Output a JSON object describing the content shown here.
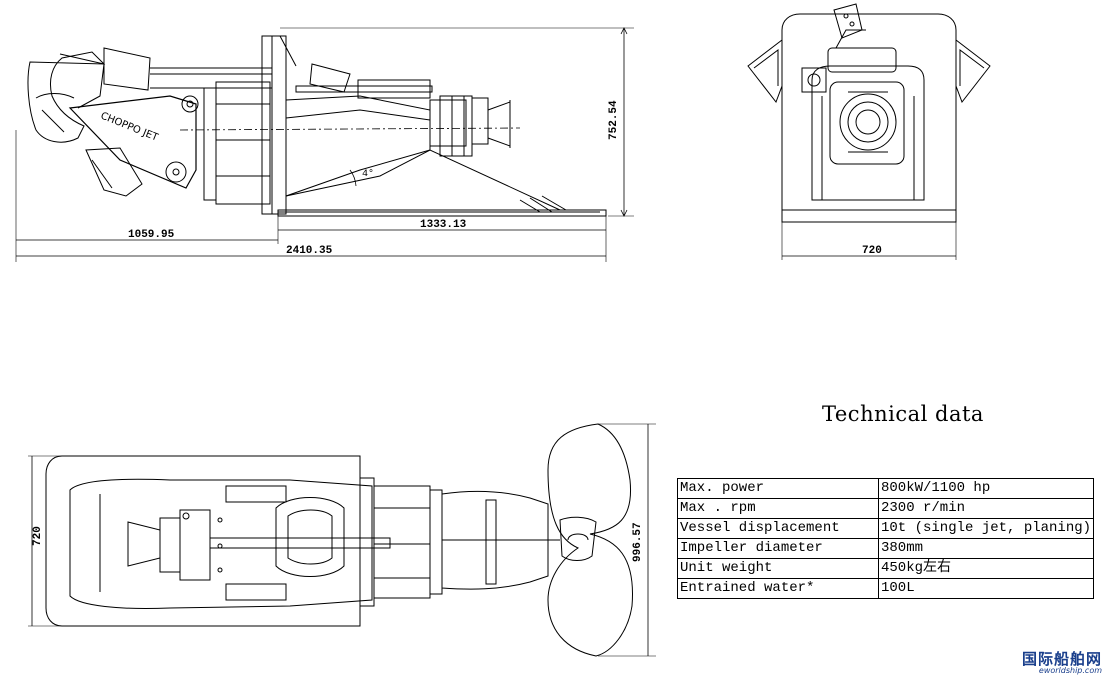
{
  "side_view": {
    "dimensions": {
      "total_length": "2410.35",
      "front_length": "1059.95",
      "base_length": "1333.13",
      "height": "752.54",
      "angle": "4°"
    },
    "brand_text": "CHOPPO JET"
  },
  "front_view": {
    "dimensions": {
      "width": "720"
    }
  },
  "top_view": {
    "dimensions": {
      "width": "720",
      "length": "996.57"
    }
  },
  "technical": {
    "title": "Technical data",
    "rows": [
      {
        "label": "Max. power",
        "value": "800kW/1100  hp"
      },
      {
        "label": "Max . rpm",
        "value": "2300 r/min"
      },
      {
        "label": "Vessel displacement",
        "value": "10t (single jet, planing)"
      },
      {
        "label": "Impeller diameter",
        "value": "380mm"
      },
      {
        "label": "Unit weight",
        "value": "450kg左右"
      },
      {
        "label": "Entrained water*",
        "value": "100L"
      }
    ]
  },
  "watermark": {
    "cn": "国际船舶网",
    "en": "eworldship.com"
  }
}
